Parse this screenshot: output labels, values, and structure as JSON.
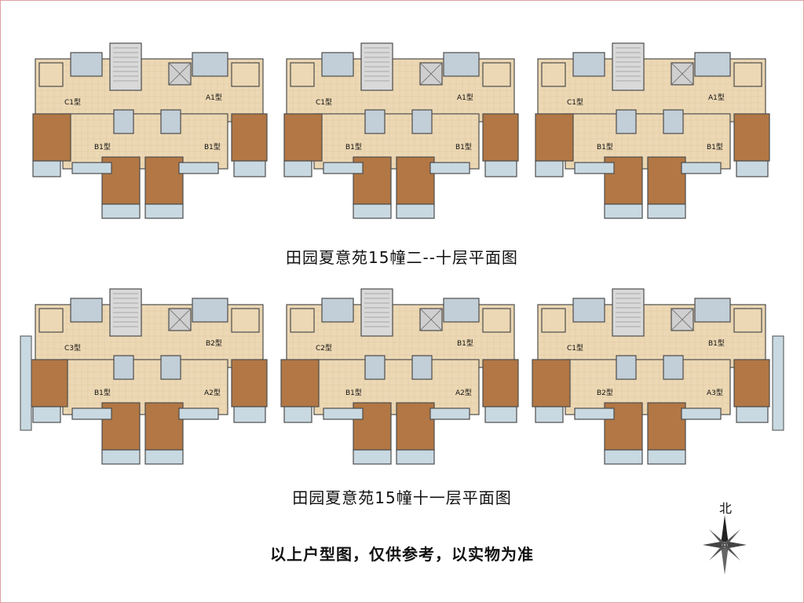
{
  "captions": {
    "upper": "田园夏意苑15幢二--十层平面图",
    "lower": "田园夏意苑15幢十一层平面图"
  },
  "disclaimer": "以上户型图，仅供参考，以实物为准",
  "north_label": "北",
  "unit_labels": {
    "upper": [
      "C1型",
      "A1型",
      "B1型",
      "B1型",
      "C1型",
      "A1型",
      "B1型",
      "B1型",
      "C1型",
      "A1型",
      "B1型",
      "B1型"
    ],
    "lower": [
      "C3型",
      "B2型",
      "B1型",
      "A2型",
      "C2型",
      "B1型",
      "B1型",
      "A2型",
      "C1型",
      "B1型",
      "B2型",
      "A3型"
    ]
  },
  "colors": {
    "floor_tile": "#ecd8b4",
    "bedroom": "#b27744",
    "wall": "#4d4d4d",
    "balcony": "#c9d9e2",
    "bath": "#c2cfd8",
    "frame": "#e0a0a0"
  }
}
